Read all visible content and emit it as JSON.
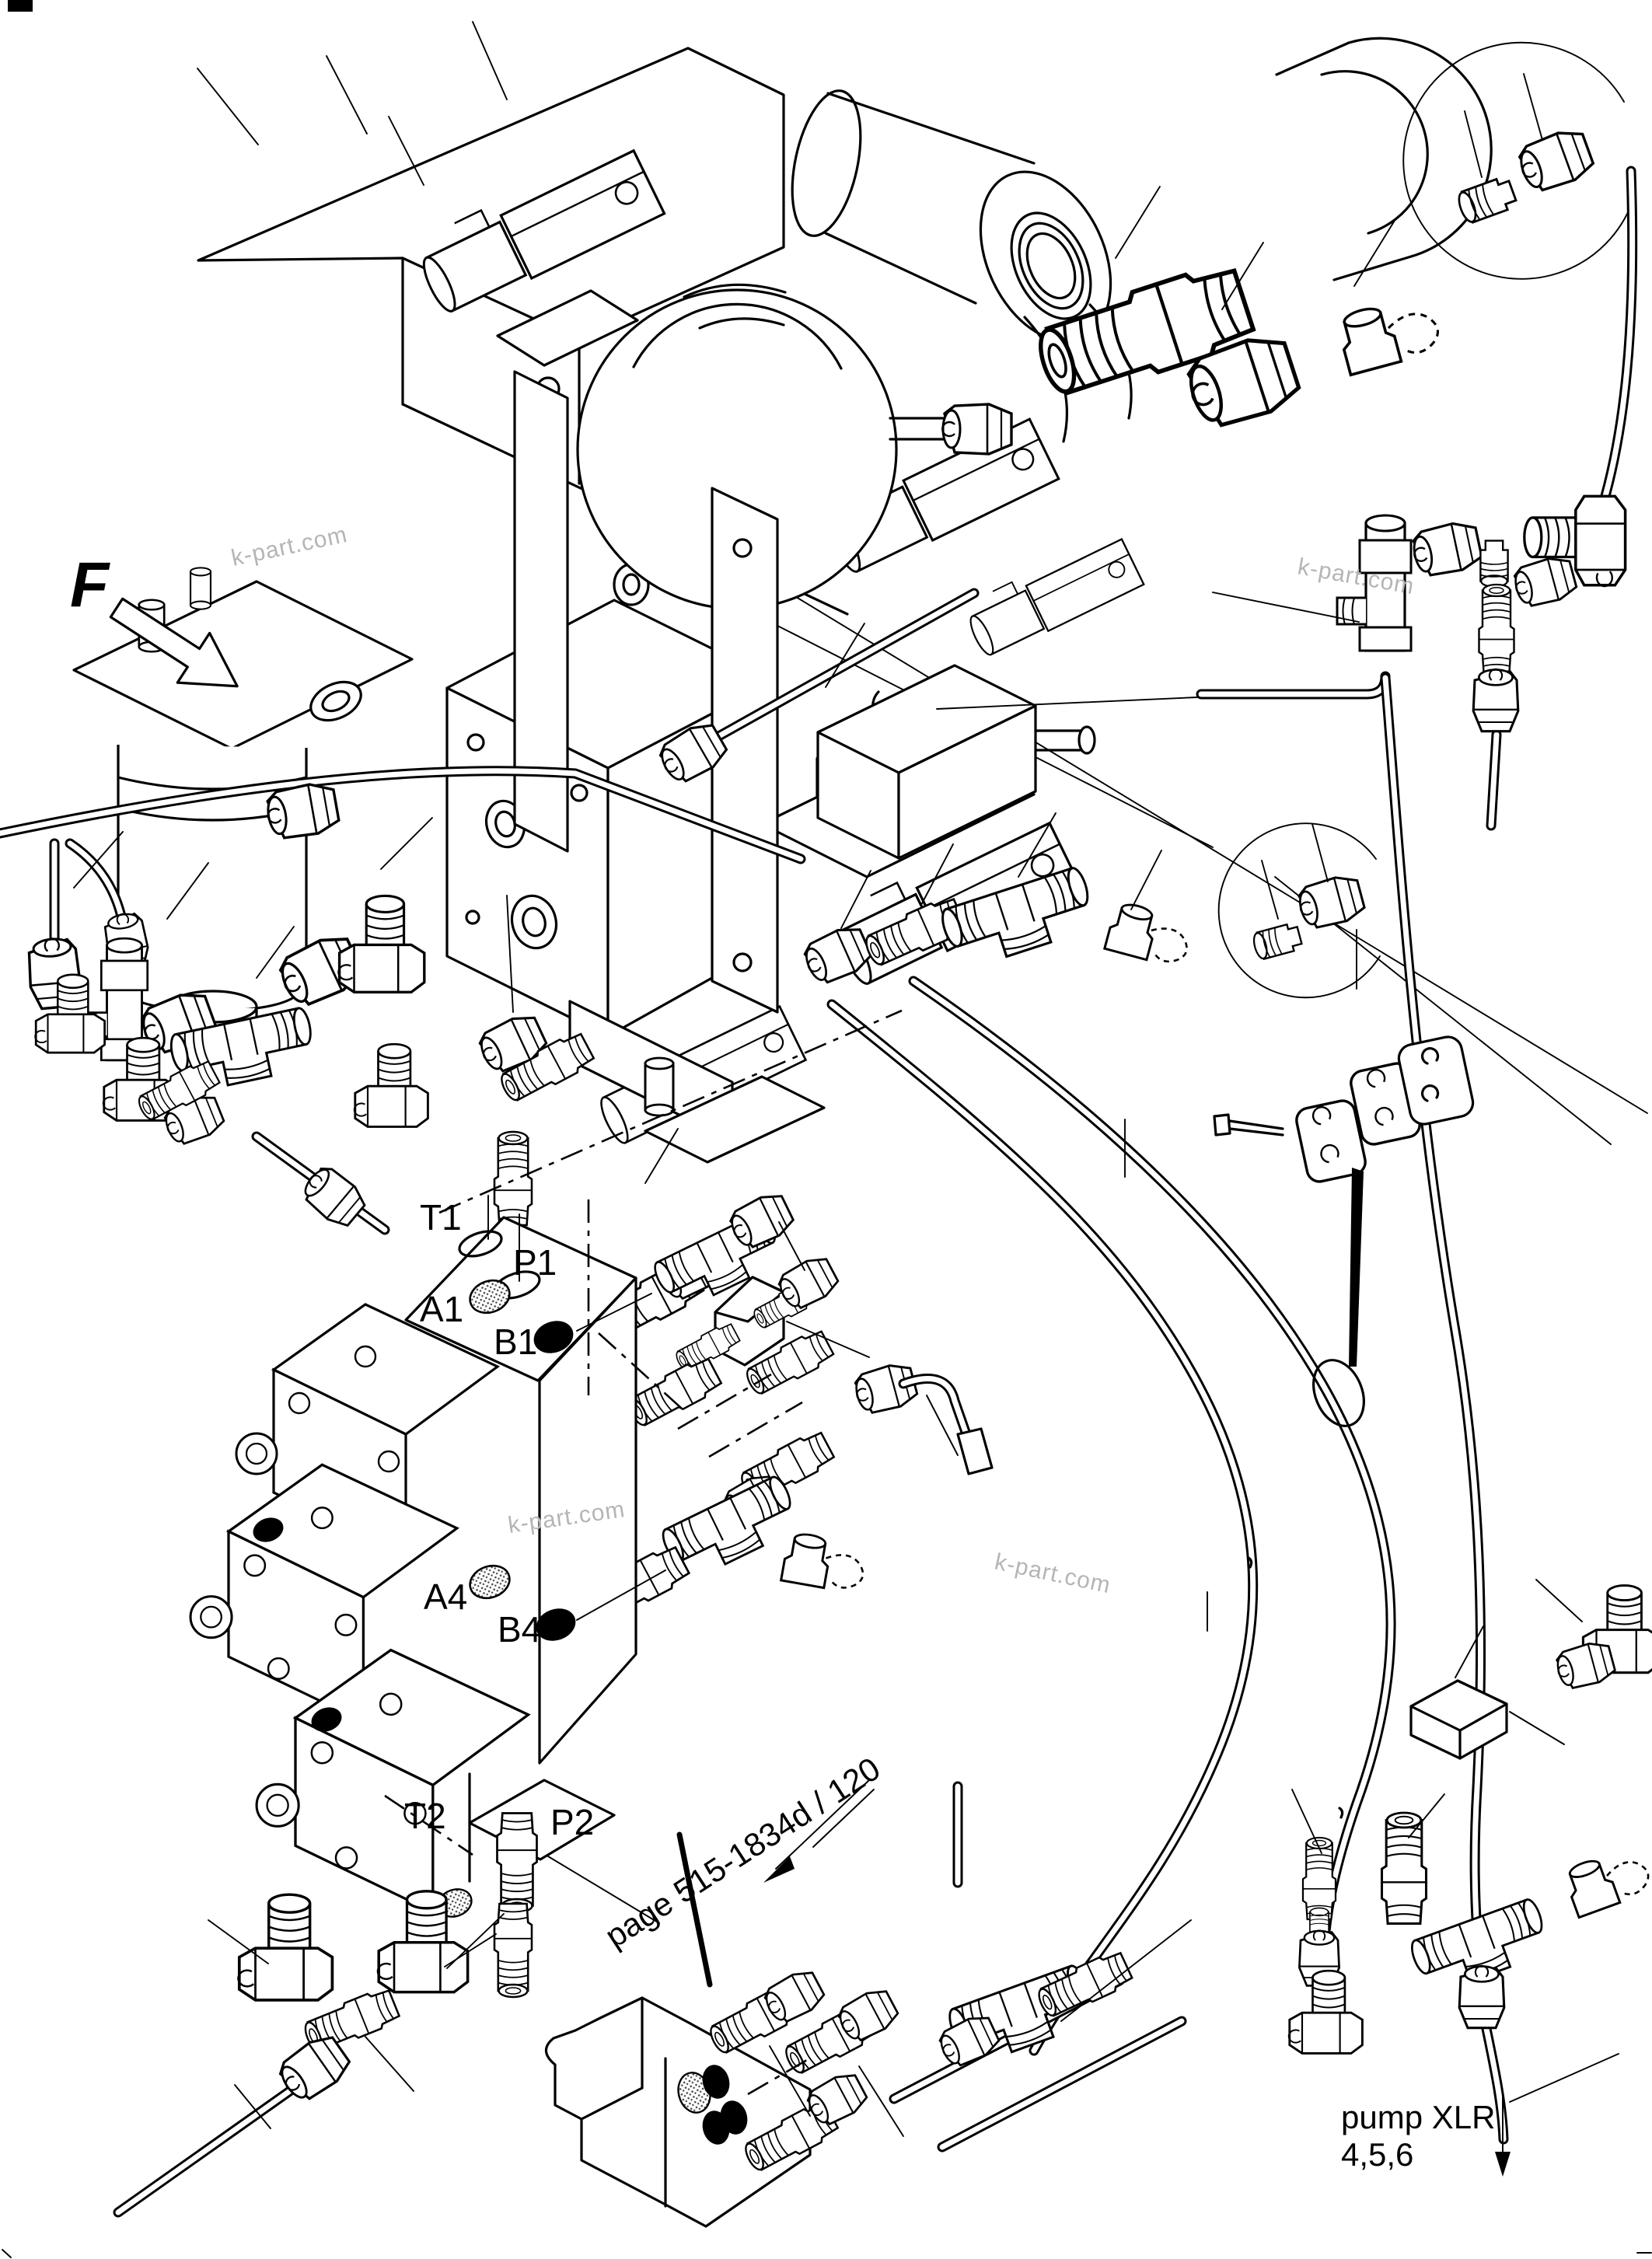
{
  "colors": {
    "background": "#ffffff",
    "line": "#000000",
    "watermark": "#b5b5b5"
  },
  "view_marker": {
    "label": "F"
  },
  "ports": {
    "t1": "T1",
    "p1": "P1",
    "a1": "A1",
    "b1": "B1",
    "a4": "A4",
    "b4": "B4",
    "t2": "T2",
    "p2": "P2"
  },
  "annotations": {
    "page_reference": "page 515-1834d / 120",
    "pump_reference_line1": "pump XLR",
    "pump_reference_line2": "4,5,6"
  },
  "watermarks": [
    {
      "text": "k-part.com"
    },
    {
      "text": "k-part.com"
    },
    {
      "text": "k-part.com"
    },
    {
      "text": "k-part.com"
    }
  ]
}
